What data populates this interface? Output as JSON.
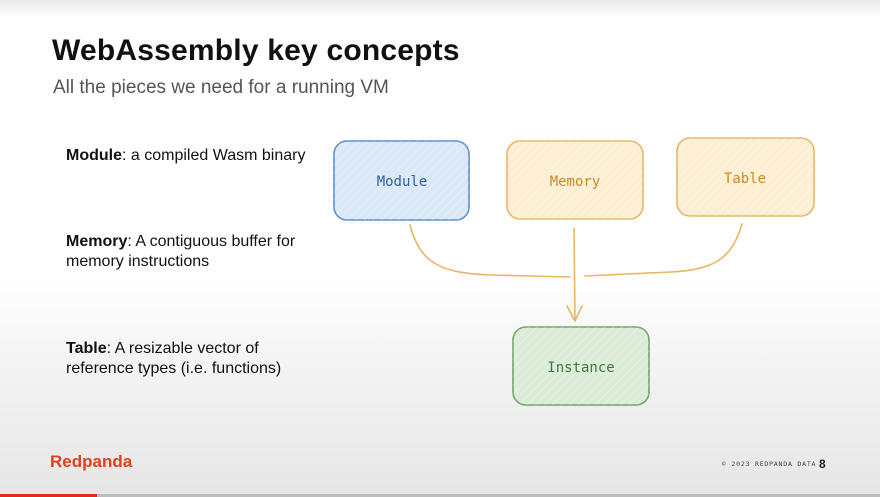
{
  "slide": {
    "title": "WebAssembly key concepts",
    "subtitle": "All the pieces we need for a running VM"
  },
  "bullets": [
    {
      "term": "Module",
      "sep": ":",
      "text": " a compiled Wasm binary"
    },
    {
      "term": "Memory",
      "sep": ":",
      "text": " A contiguous buffer for memory instructions"
    },
    {
      "term": "Table",
      "sep": ":",
      "text": " A resizable vector of reference types (i.e. functions)"
    }
  ],
  "diagram": {
    "nodes": {
      "module": {
        "label": "Module",
        "fill": "#dbe8f8",
        "stroke": "#5b8fd6",
        "text": "#2f5f9e"
      },
      "memory": {
        "label": "Memory",
        "fill": "#fcefd4",
        "stroke": "#e9b566",
        "text": "#c98a26"
      },
      "table": {
        "label": "Table",
        "fill": "#fcefd4",
        "stroke": "#e9b566",
        "text": "#c98a26"
      },
      "instance": {
        "label": "Instance",
        "fill": "#dcecd9",
        "stroke": "#6ea866",
        "text": "#3f7a3a"
      }
    },
    "connector_color": "#e9b566"
  },
  "footer": {
    "brand": "Redpanda",
    "copyright": "© 2023 REDPANDA DATA",
    "page_number": "8"
  },
  "video_progress": 0.11,
  "colors": {
    "brand": "#e2401c",
    "progress": "#e32b1a"
  }
}
